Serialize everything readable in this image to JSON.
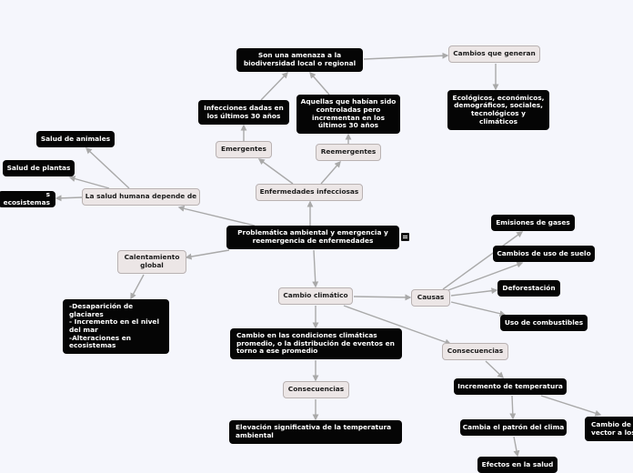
{
  "nodes": {
    "central": "Problemática ambiental y emergencia y\nreemergencia de enfermedades",
    "salud_humana": "La salud humana depende de",
    "salud_animales": "Salud de animales",
    "salud_plantas": "Salud de plantas",
    "ecosistemas": "s ecosistemas",
    "calentamiento": "Calentamiento\nglobal",
    "calentamiento_efectos": "-Desaparición de\nglaciares\n- Incremento en el nivel\ndel mar\n-Alteraciones en\necosistemas",
    "enfermedades_infecciosas": "Enfermedades infecciosas",
    "emergentes": "Emergentes",
    "reemergentes": "Reemergentes",
    "infecciones_dadas": "Infecciones dadas en\nlos últimos 30 años",
    "controladas": "Aquellas que habían sido\ncontroladas pero\nincrementan en los\núltimos 30 años",
    "amenaza": "Son una amenaza a la\nbiodiversidad local o regional",
    "cambios_que_generan": "Cambios que generan",
    "cambios_tipos": "Ecológicos, económicos,\ndemográficos, sociales,\ntecnológicos y\nclimáticos",
    "cambio_climatico": "Cambio climático",
    "cambio_definicion": "Cambio en las condiciones climáticas\npromedio, o la distribución de eventos en\ntorno a ese promedio",
    "consecuencias_1": "Consecuencias",
    "elevacion": "Elevación significativa de la temperatura\nambiental",
    "causas": "Causas",
    "emisiones": "Emisiones de gases",
    "cambios_uso_suelo": "Cambios de uso de suelo",
    "deforestacion": "Deforestación",
    "uso_combustibles": "Uso de combustibles",
    "consecuencias_2": "Consecuencias",
    "incremento_temperatura": "Incremento de temperatura",
    "patron_clima": "Cambia el patrón del clima",
    "cambio_vector": "Cambio de\nvector a los",
    "efectos_salud": "Efectos en la salud"
  },
  "colors": {
    "dark_node": "#050505",
    "light_node": "#ece6e6",
    "connector": "#a9a9a9",
    "background": "#f5f6fc"
  },
  "icons": {
    "notes": "notes-icon"
  }
}
